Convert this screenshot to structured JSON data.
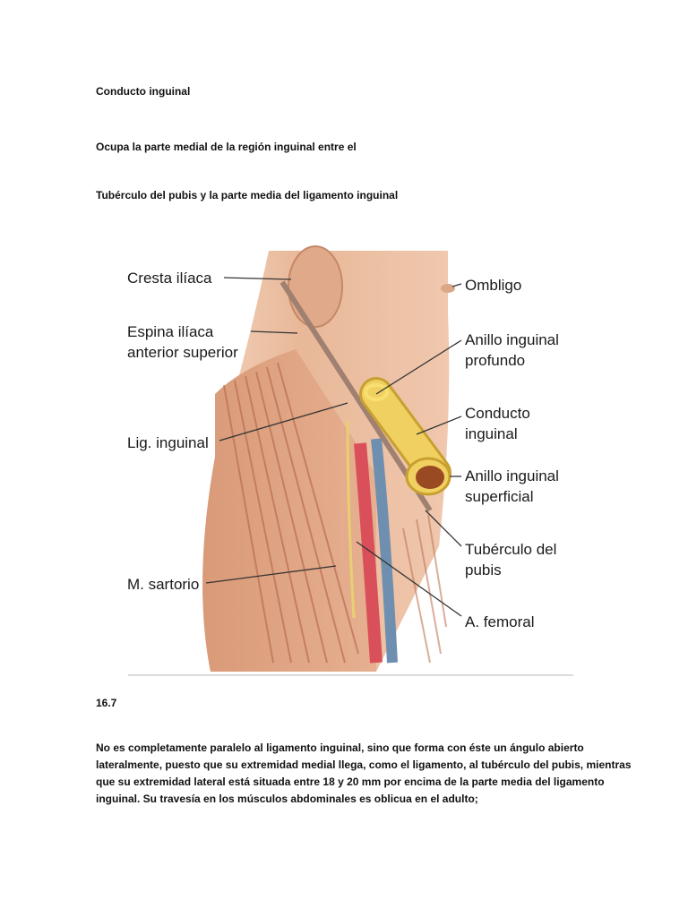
{
  "document": {
    "title": "Conducto inguinal",
    "line1": "Ocupa la parte medial de la región inguinal entre el",
    "line2": "Tubérculo del pubis y la parte media del ligamento inguinal",
    "figure_number": "16.7",
    "body": "No es completamente paralelo al ligamento inguinal, sino que forma con éste un ángulo abierto lateralmente, puesto que su extremidad medial llega, como el ligamento, al tubérculo del pubis, mientras que su extremidad lateral está situada entre 18 y 20 mm por encima de la parte media del ligamento inguinal. Su travesía en los músculos abdominales es oblicua en el adulto;"
  },
  "figure": {
    "labels_left": {
      "cresta_iliaca": "Cresta ilíaca",
      "espina_1": "Espina ilíaca",
      "espina_2": "anterior superior",
      "lig_inguinal": "Lig. inguinal",
      "sartorio": "M. sartorio"
    },
    "labels_right": {
      "ombligo": "Ombligo",
      "anillo_prof_1": "Anillo inguinal",
      "anillo_prof_2": "profundo",
      "conducto_1": "Conducto",
      "conducto_2": "inguinal",
      "anillo_sup_1": "Anillo inguinal",
      "anillo_sup_2": "superficial",
      "tuberculo_1": "Tubérculo del",
      "tuberculo_2": "pubis",
      "femoral": "A. femoral"
    },
    "colors": {
      "skin": "#e8b898",
      "skin_dark": "#c98a6a",
      "canal": "#f0d060",
      "artery": "#d9505a",
      "vein": "#6f8fb0",
      "ligament": "#a08070"
    }
  }
}
